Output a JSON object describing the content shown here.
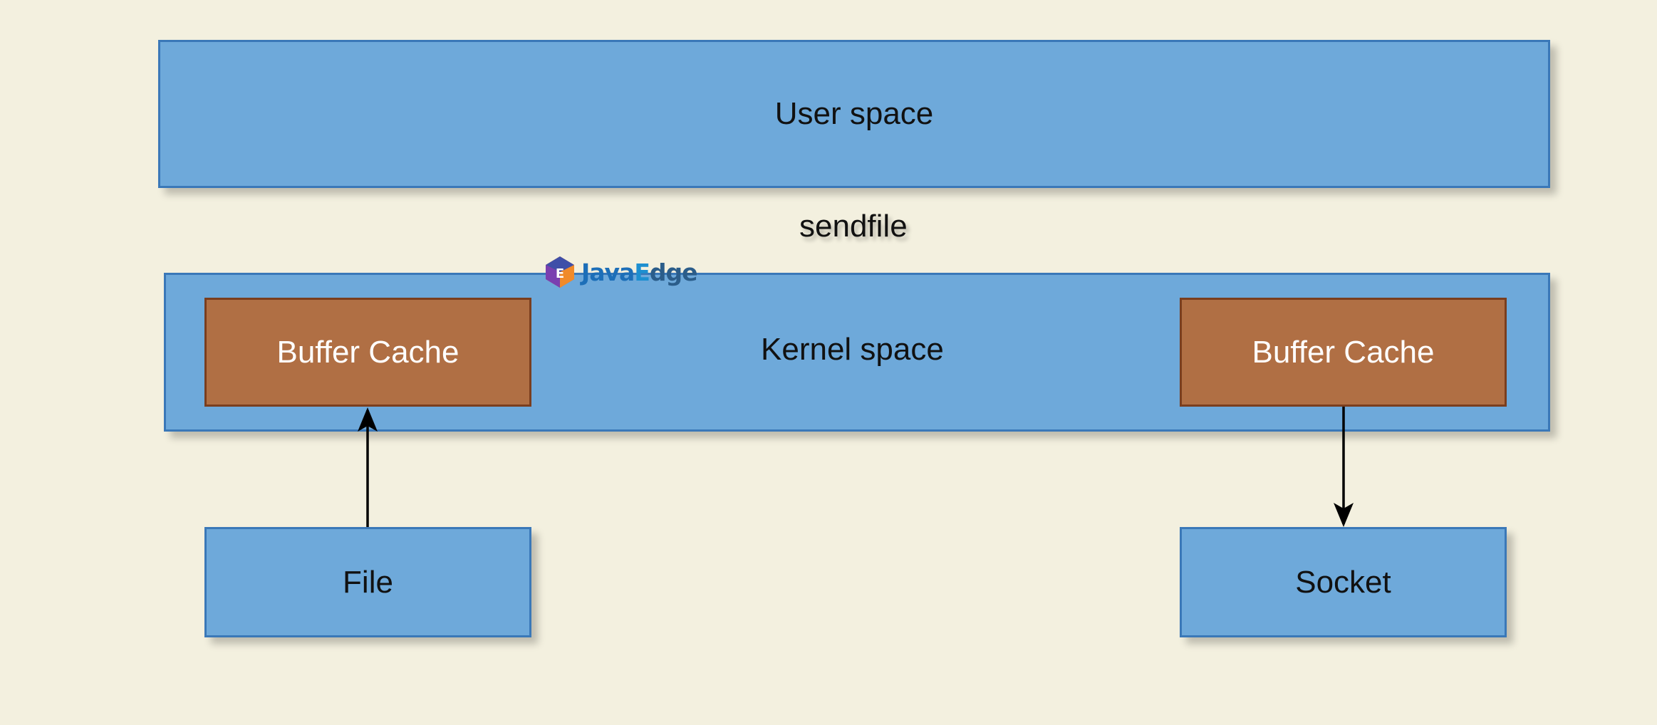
{
  "diagram": {
    "user_space": "User space",
    "sendfile": "sendfile",
    "kernel_space": "Kernel space",
    "buffer_cache_left": "Buffer Cache",
    "buffer_cache_right": "Buffer Cache",
    "file": "File",
    "socket": "Socket"
  },
  "watermark": {
    "java": "Java",
    "e": "E",
    "dge": "dge"
  },
  "colors": {
    "background": "#f3f0df",
    "box_fill": "#6ea9da",
    "box_border": "#3a78b8",
    "cache_fill": "#b06f44",
    "cache_border": "#7a3e1e",
    "arrow": "#000000"
  },
  "edges": [
    {
      "from": "File",
      "to": "Buffer Cache (left)"
    },
    {
      "from": "Buffer Cache (right)",
      "to": "Socket"
    }
  ]
}
